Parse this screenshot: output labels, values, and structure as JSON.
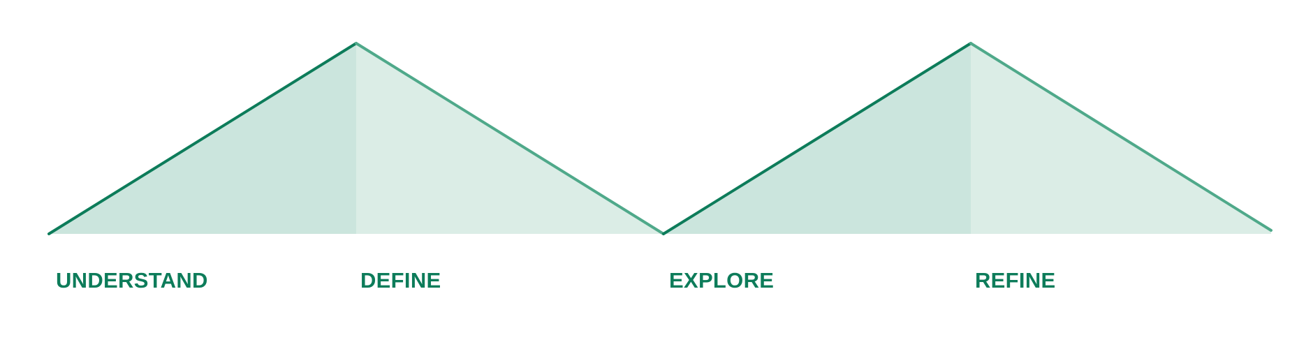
{
  "colors": {
    "accent": "#0d7c5a",
    "fill_diverge": "#cbe5dd",
    "fill_converge": "#dbede6",
    "line_diverge": "#0d7c5a",
    "line_converge": "#4fa98a"
  },
  "diamonds": [
    {
      "diverge": {
        "label": "UNDERSTAND"
      },
      "converge": {
        "label": "DEFINE"
      }
    },
    {
      "diverge": {
        "label": "EXPLORE"
      },
      "converge": {
        "label": "REFINE"
      }
    }
  ]
}
